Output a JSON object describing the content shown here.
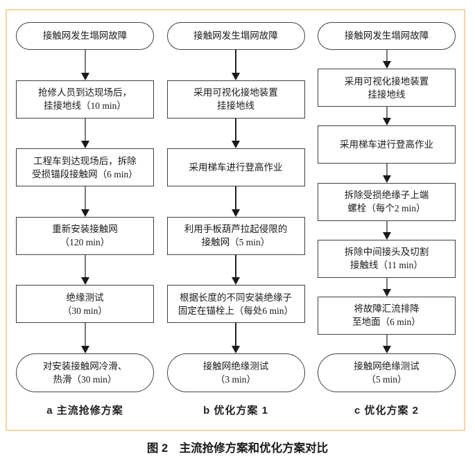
{
  "caption": "图 2　主流抢修方案和优化方案对比",
  "colors": {
    "frame_border": "#f7d3a0",
    "box_border": "#404040",
    "arrow_shaft_a": "#7a7a7a",
    "arrow_shaft_b": "#222222",
    "arrow_shaft_c": "#7a7a7a",
    "arrow_head": "#1a1a1a",
    "text": "#1a1a1a",
    "background": "#ffffff"
  },
  "columns": [
    {
      "label": "a 主流抢修方案",
      "nodes": [
        {
          "type": "terminal",
          "text": "接触网发生塌网故障"
        },
        {
          "type": "process",
          "text": "抢修人员到达现场后，\n挂接地线（10 min）"
        },
        {
          "type": "process",
          "text": "工程车到达现场后，拆除\n受损锚段接触网（6 min）"
        },
        {
          "type": "process",
          "text": "重新安装接触网\n（120 min）"
        },
        {
          "type": "process",
          "text": "绝缘测试\n（30 min）"
        },
        {
          "type": "terminal",
          "text": "对安装接触网冷滑、\n热滑（30 min）"
        }
      ]
    },
    {
      "label": "b 优化方案 1",
      "nodes": [
        {
          "type": "terminal",
          "text": "接触网发生塌网故障"
        },
        {
          "type": "process",
          "text": "采用可视化接地装置\n挂接地线"
        },
        {
          "type": "process",
          "text": "采用梯车进行登高作业"
        },
        {
          "type": "process",
          "text": "利用手板葫芦拉起侵限的\n接触网（5 min）"
        },
        {
          "type": "process",
          "text": "根据长度的不同安装绝缘子\n固定在锚栓上（每处6 min）"
        },
        {
          "type": "terminal",
          "text": "接触网绝缘测试\n（3 min）"
        }
      ]
    },
    {
      "label": "c 优化方案 2",
      "nodes": [
        {
          "type": "terminal",
          "text": "接触网发生塌网故障"
        },
        {
          "type": "process",
          "text": "采用可视化接地装置\n挂接地线"
        },
        {
          "type": "process",
          "text": "采用梯车进行登高作业"
        },
        {
          "type": "process",
          "text": "拆除受损绝缘子上端\n螺栓（每个2 min）"
        },
        {
          "type": "process",
          "text": "拆除中间接头及切割\n接触线（11 min）"
        },
        {
          "type": "process",
          "text": "将故障汇流排降\n至地面（6 min）"
        },
        {
          "type": "terminal",
          "text": "接触网绝缘测试\n（5 min）"
        }
      ]
    }
  ]
}
